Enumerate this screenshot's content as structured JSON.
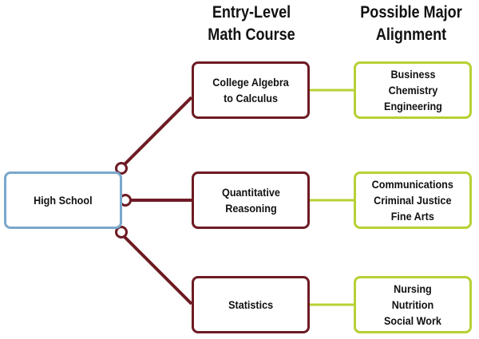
{
  "headers": {
    "math_course": [
      "Entry-Level",
      "Math Course"
    ],
    "major_alignment": [
      "Possible Major",
      "Alignment"
    ]
  },
  "start": {
    "label": "High School"
  },
  "courses": [
    {
      "lines": [
        "College Algebra",
        "to Calculus"
      ]
    },
    {
      "lines": [
        "Quantitative",
        "Reasoning"
      ]
    },
    {
      "lines": [
        "Statistics"
      ]
    }
  ],
  "majors": [
    {
      "lines": [
        "Business",
        "Chemistry",
        "Engineering"
      ]
    },
    {
      "lines": [
        "Communications",
        "Criminal Justice",
        "Fine Arts"
      ]
    },
    {
      "lines": [
        "Nursing",
        "Nutrition",
        "Social Work"
      ]
    }
  ],
  "colors": {
    "high_school_border": "#7aa7cc",
    "course_border": "#6e1b24",
    "major_border": "#b6d134",
    "course_connector": "#6e1b24",
    "major_connector": "#b6d134"
  }
}
